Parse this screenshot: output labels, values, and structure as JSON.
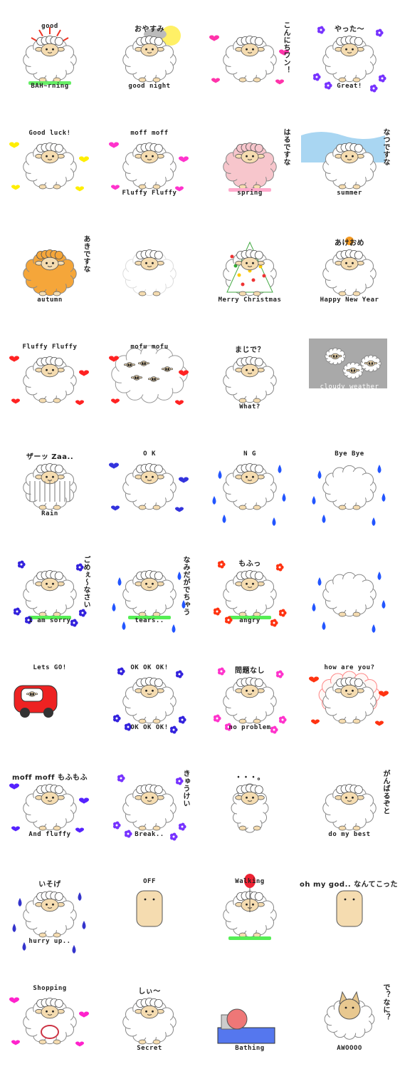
{
  "stickers": [
    {
      "top": "good",
      "bottom": "BAH~rning"
    },
    {
      "top": "おやすみ",
      "bottom": "good night"
    },
    {
      "top": "こんにちワン！",
      "bottom": ""
    },
    {
      "top": "やった～",
      "bottom": "Great!"
    },
    {
      "top": "Good luck!",
      "bottom": ""
    },
    {
      "top": "moff moff",
      "bottom": "Fluffy Fluffy"
    },
    {
      "top": "はるですな",
      "bottom": "spring"
    },
    {
      "top": "なつですな",
      "bottom": "summer"
    },
    {
      "top": "あきですな",
      "bottom": "autumn"
    },
    {
      "top": "",
      "bottom": ""
    },
    {
      "top": "",
      "bottom": "Merry Christmas"
    },
    {
      "top": "あけおめ",
      "bottom": "Happy New Year"
    },
    {
      "top": "Fluffy Fluffy",
      "bottom": ""
    },
    {
      "top": "mofu mofu",
      "bottom": ""
    },
    {
      "top": "まじで？",
      "bottom": "What?"
    },
    {
      "top": "",
      "bottom": "cloudy weather"
    },
    {
      "top": "ザーッ Zaa..",
      "bottom": "Rain"
    },
    {
      "top": "O K",
      "bottom": ""
    },
    {
      "top": "N G",
      "bottom": ""
    },
    {
      "top": "Bye Bye",
      "bottom": ""
    },
    {
      "top": "ごめぇ～なさい",
      "bottom": "I am sorry"
    },
    {
      "top": "なみだがでちゃう",
      "bottom": "tears.."
    },
    {
      "top": "もふっ",
      "bottom": "angry"
    },
    {
      "top": "",
      "bottom": ""
    },
    {
      "top": "Lets GO!",
      "bottom": ""
    },
    {
      "top": "OK OK OK!",
      "bottom": "OK OK OK!"
    },
    {
      "top": "問題なし",
      "bottom": "no problem"
    },
    {
      "top": "how are you?",
      "bottom": ""
    },
    {
      "top": "moff moff もふもふ",
      "bottom": "And fluffy"
    },
    {
      "top": "きゅうけい",
      "bottom": "Break.."
    },
    {
      "top": "・・・。",
      "bottom": ""
    },
    {
      "top": "がんばるぞと",
      "bottom": "do my best"
    },
    {
      "top": "いそげ",
      "bottom": "hurry up.."
    },
    {
      "top": "OFF",
      "bottom": ""
    },
    {
      "top": "Walking",
      "bottom": ""
    },
    {
      "top": "oh my god.. なんてこった・・",
      "bottom": ""
    },
    {
      "top": "Shopping",
      "bottom": ""
    },
    {
      "top": "しぃ～",
      "bottom": "Secret"
    },
    {
      "top": "",
      "bottom": "Bathing"
    },
    {
      "top": "で？なに？",
      "bottom": "AWOOOO"
    }
  ]
}
